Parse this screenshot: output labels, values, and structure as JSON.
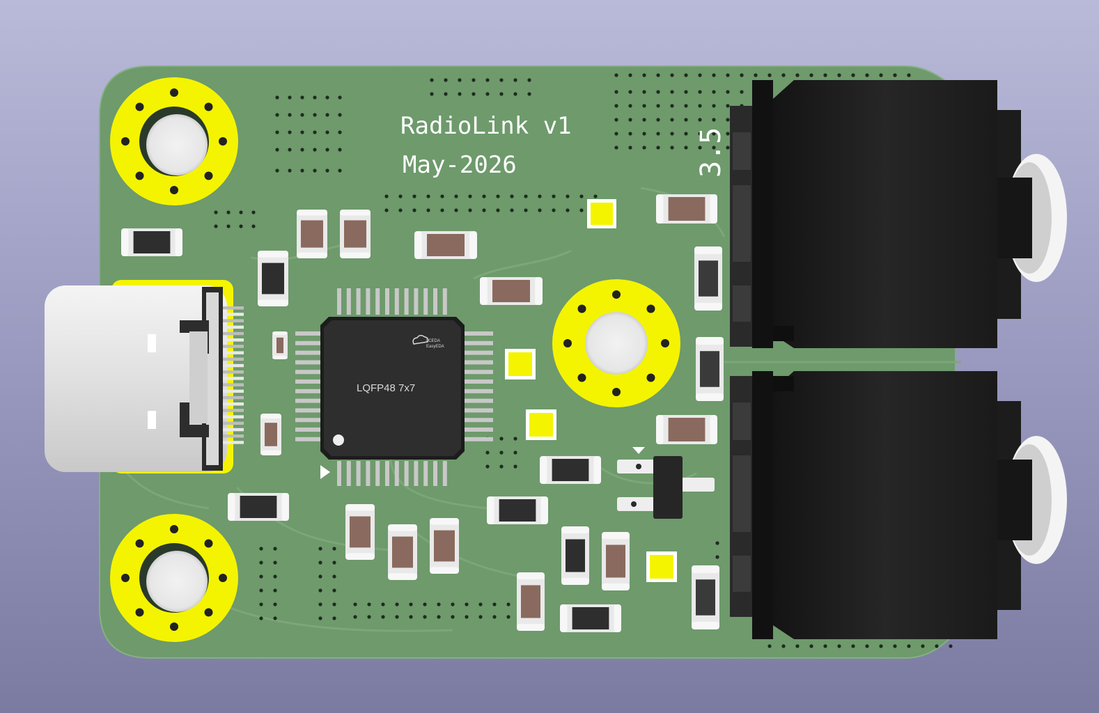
{
  "board": {
    "title_text": "RadioLink v1",
    "date_text": "May-2026",
    "jack_label": "3.5",
    "chip_package": "LQFP48 7x7",
    "chip_logo_line1": "LCEDA",
    "chip_logo_line2": "EasyEDA"
  },
  "colors": {
    "background_top": "#b9b9d9",
    "background_bottom": "#7b7ba1",
    "pcb_green": "#6e9a6c",
    "copper_yellow": "#f4f400",
    "jack_black": "#1e1e1e",
    "usb_silver": "#e6e6e6"
  }
}
